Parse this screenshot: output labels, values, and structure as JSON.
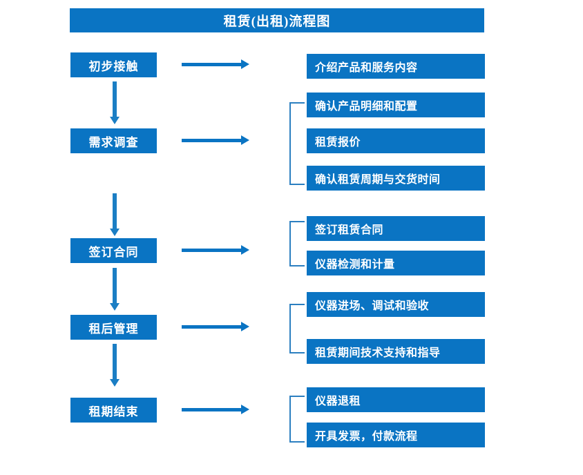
{
  "title": "租赁(出租)流程图",
  "accent_color": "#0a74c3",
  "bracket_color": "#2b7fc0",
  "background_color": "#ffffff",
  "stages": [
    {
      "label": "初步接触",
      "details": [
        "介绍产品和服务内容"
      ],
      "bracketed": false
    },
    {
      "label": "需求调查",
      "details": [
        "确认产品明细和配置",
        "租赁报价",
        "确认租赁周期与交货时间"
      ],
      "bracketed": true
    },
    {
      "label": "签订合同",
      "details": [
        "签订租赁合同",
        "仪器检测和计量"
      ],
      "bracketed": true
    },
    {
      "label": "租后管理",
      "details": [
        "仪器进场、调试和验收",
        "租赁期间技术支持和指导"
      ],
      "bracketed": true
    },
    {
      "label": "租期结束",
      "details": [
        "仪器退租",
        "开具发票，付款流程"
      ],
      "bracketed": true
    }
  ],
  "stage_labels": {
    "s0": "初步接触",
    "s1": "需求调查",
    "s2": "签订合同",
    "s3": "租后管理",
    "s4": "租期结束"
  },
  "detail_labels": {
    "d0_0": "介绍产品和服务内容",
    "d1_0": "确认产品明细和配置",
    "d1_1": "租赁报价",
    "d1_2": "确认租赁周期与交货时间",
    "d2_0": "签订租赁合同",
    "d2_1": "仪器检测和计量",
    "d3_0": "仪器进场、调试和验收",
    "d3_1": "租赁期间技术支持和指导",
    "d4_0": "仪器退租",
    "d4_1": "开具发票，付款流程"
  }
}
